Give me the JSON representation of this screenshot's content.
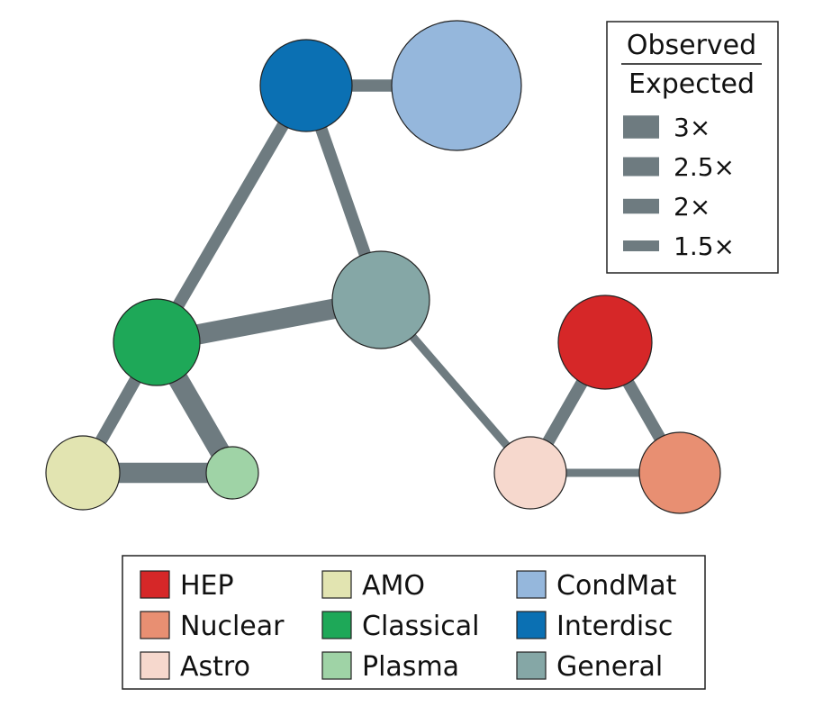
{
  "ratio_legend": {
    "numerator": "Observed",
    "denominator": "Expected",
    "items": [
      {
        "label": "3×",
        "value": 3
      },
      {
        "label": "2.5×",
        "value": 2.5
      },
      {
        "label": "2×",
        "value": 2
      },
      {
        "label": "1.5×",
        "value": 1.5
      }
    ],
    "swatch_color": "#6e7b80"
  },
  "fields": {
    "HEP": {
      "label": "HEP",
      "color": "#d62728"
    },
    "Nuclear": {
      "label": "Nuclear",
      "color": "#e88f72"
    },
    "Astro": {
      "label": "Astro",
      "color": "#f6d8cd"
    },
    "AMO": {
      "label": "AMO",
      "color": "#e2e4b1"
    },
    "Classical": {
      "label": "Classical",
      "color": "#1ea858"
    },
    "Plasma": {
      "label": "Plasma",
      "color": "#9fd3a6"
    },
    "CondMat": {
      "label": "CondMat",
      "color": "#95b7dc"
    },
    "Interdisc": {
      "label": "Interdisc",
      "color": "#0b70b3"
    },
    "General": {
      "label": "General",
      "color": "#85a7a6"
    }
  },
  "legend_order": [
    [
      "HEP",
      "AMO",
      "CondMat"
    ],
    [
      "Nuclear",
      "Classical",
      "Interdisc"
    ],
    [
      "Astro",
      "Plasma",
      "General"
    ]
  ],
  "edges": [
    {
      "from": "Interdisc",
      "to": "CondMat",
      "ratio": 2
    },
    {
      "from": "Interdisc",
      "to": "Classical",
      "ratio": 2
    },
    {
      "from": "Interdisc",
      "to": "General",
      "ratio": 2
    },
    {
      "from": "Classical",
      "to": "General",
      "ratio": 3
    },
    {
      "from": "Classical",
      "to": "AMO",
      "ratio": 2
    },
    {
      "from": "Classical",
      "to": "Plasma",
      "ratio": 3
    },
    {
      "from": "AMO",
      "to": "Plasma",
      "ratio": 3
    },
    {
      "from": "General",
      "to": "Astro",
      "ratio": 1.5
    },
    {
      "from": "Astro",
      "to": "HEP",
      "ratio": 2
    },
    {
      "from": "Astro",
      "to": "Nuclear",
      "ratio": 1.5
    },
    {
      "from": "HEP",
      "to": "Nuclear",
      "ratio": 2
    }
  ]
}
